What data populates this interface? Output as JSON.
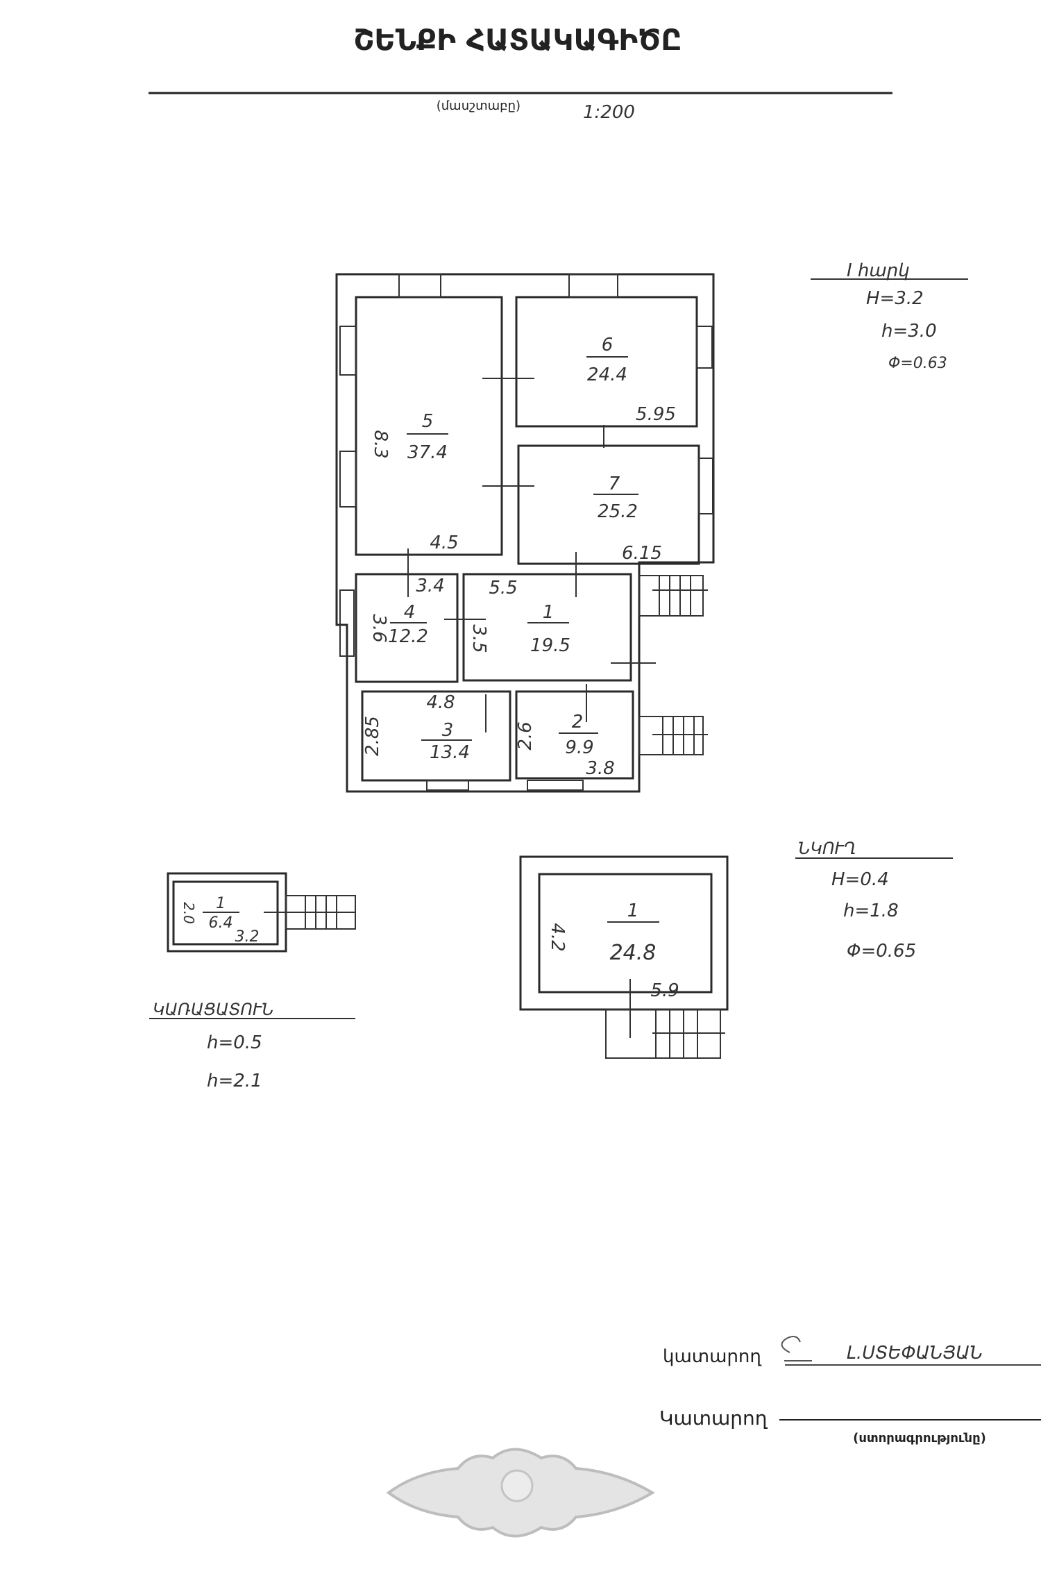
{
  "header": {
    "title": "ՇԵՆՔԻ ՀԱՏԱԿԱԳԻԾԸ",
    "scale_label": "(մասշտաբը)",
    "scale_value": "1:200"
  },
  "first_floor": {
    "legend": {
      "title": "I հարկ",
      "H": "H=3.2",
      "h": "h=3.0",
      "phi": "Φ=0.63"
    },
    "rooms": [
      {
        "number": "5",
        "area": "37.4",
        "dims": [
          "8.3",
          "4.5"
        ]
      },
      {
        "number": "6",
        "area": "24.4",
        "dims": [
          "5.95"
        ]
      },
      {
        "number": "7",
        "area": "25.2",
        "dims": [
          "6.15"
        ]
      },
      {
        "number": "4",
        "area": "12.2",
        "dims": [
          "3.6",
          "3.4"
        ]
      },
      {
        "number": "1",
        "area": "19.5",
        "dims": [
          "5.5",
          "3.5"
        ]
      },
      {
        "number": "3",
        "area": "13.4",
        "dims": [
          "4.8",
          "2.85"
        ]
      },
      {
        "number": "2",
        "area": "9.9",
        "dims": [
          "2.6",
          "3.8"
        ]
      }
    ]
  },
  "shed": {
    "legend": {
      "title": "ԿԱՌԱՑԱՏՈՒՆ",
      "h1": "h=0.5",
      "h2": "h=2.1"
    },
    "room": {
      "number": "1",
      "area": "6.4",
      "dims": [
        "2.0",
        "3.2"
      ]
    }
  },
  "basement": {
    "legend": {
      "title": "ՆԿՈՒՂ",
      "H": "H=0.4",
      "h": "h=1.8",
      "phi": "Φ=0.65"
    },
    "room": {
      "number": "1",
      "area": "24.8",
      "dims": [
        "4.2",
        "5.9"
      ]
    }
  },
  "signatures": {
    "row1_label": "կատարող",
    "row1_signature": "Լ.ՍՏԵՓԱՆՅԱՆ",
    "row2_label": "Կատարող",
    "row2_caption": "(ստորագրությունը)"
  }
}
